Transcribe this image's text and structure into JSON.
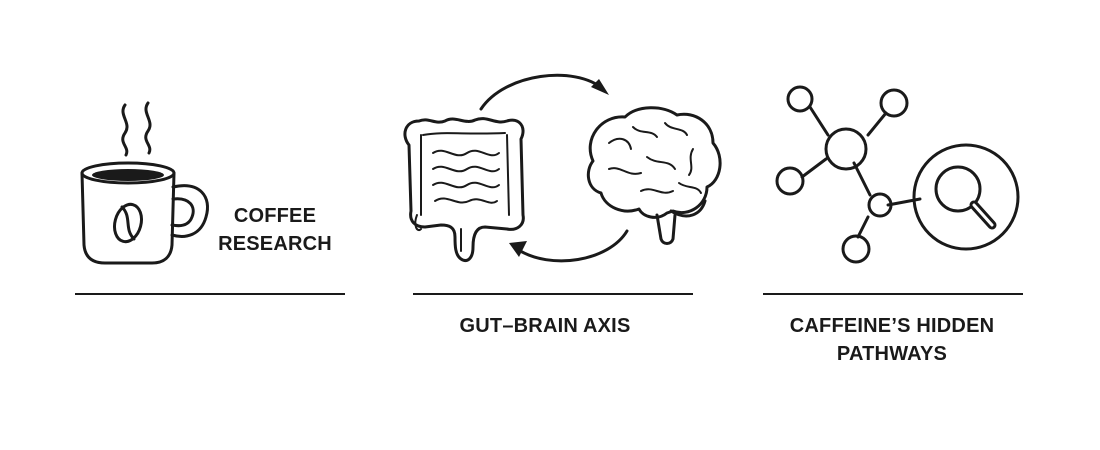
{
  "panels": [
    {
      "id": "coffee-research",
      "label_lines": [
        "COFFEE",
        "RESEARCH"
      ],
      "icon": "coffee-cup-icon"
    },
    {
      "id": "gut-brain-axis",
      "label_lines": [
        "GUT–BRAIN AXIS"
      ],
      "icon": "gut-brain-icon"
    },
    {
      "id": "caffeine-pathways",
      "label_lines": [
        "CAFFEINE’S HIDDEN",
        "PATHWAYS"
      ],
      "icon": "molecule-magnifier-icon"
    }
  ],
  "colors": {
    "ink": "#1a1a1a",
    "background": "#ffffff"
  }
}
